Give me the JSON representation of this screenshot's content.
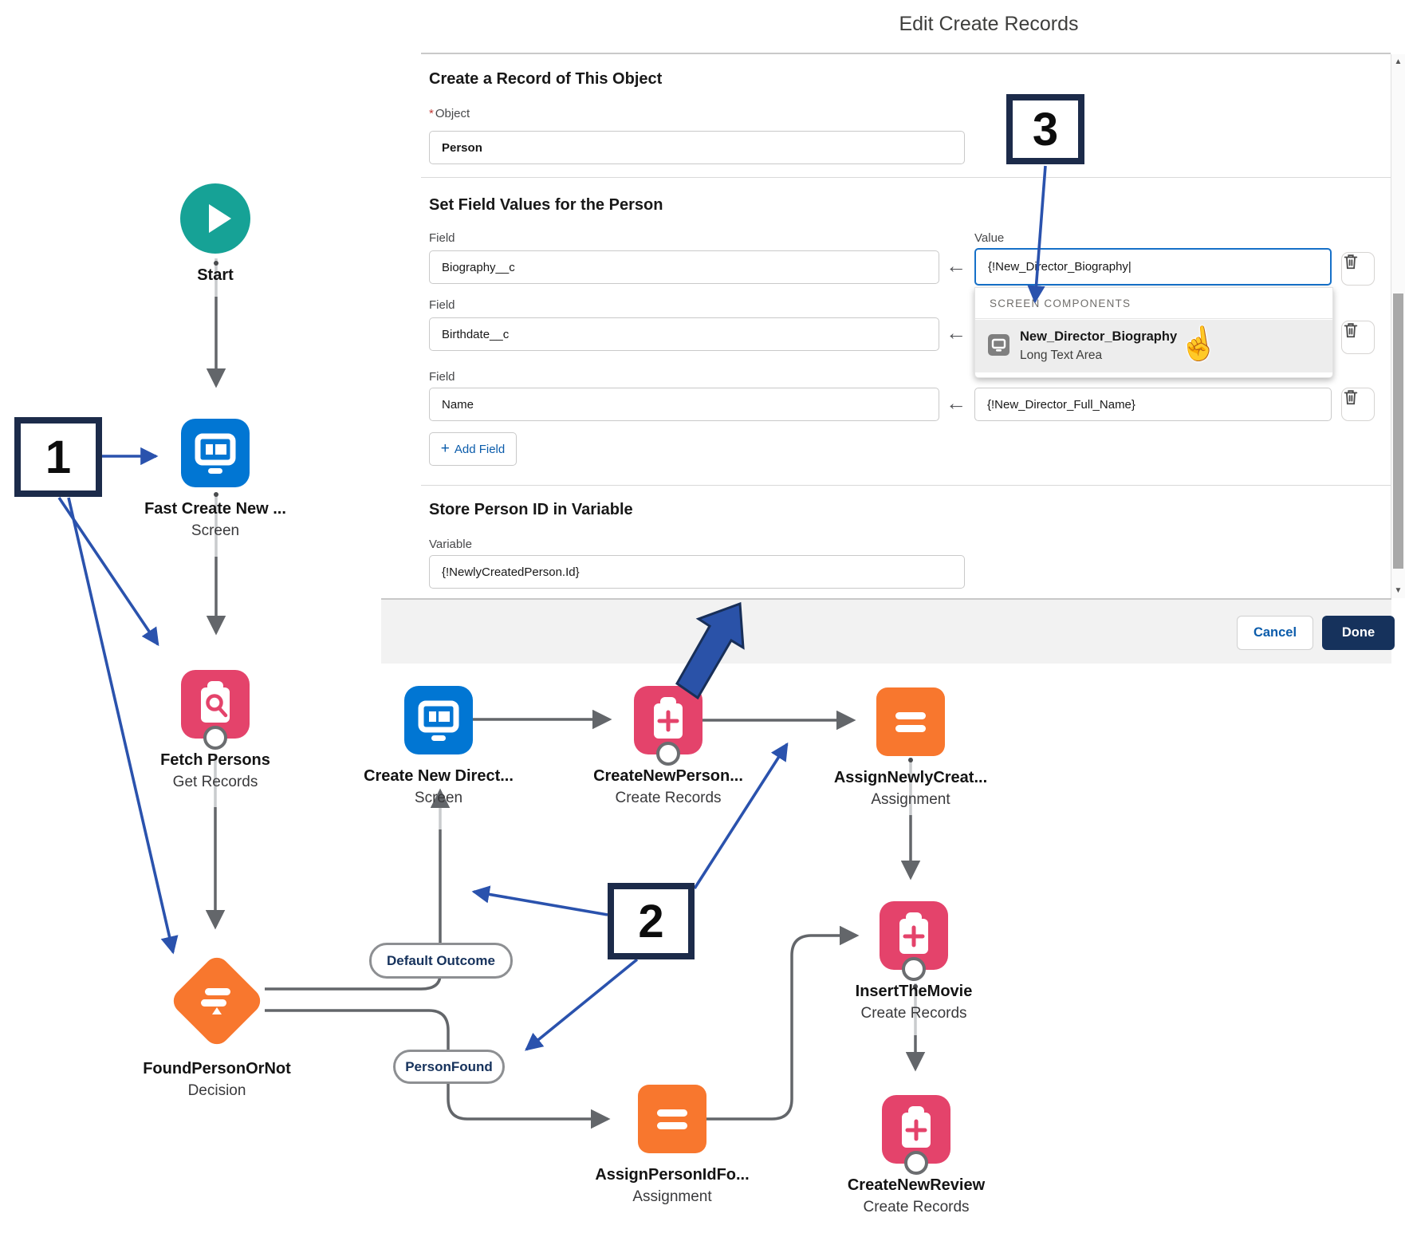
{
  "dialog": {
    "title": "Edit Create Records",
    "section_object": {
      "heading": "Create a Record of This Object",
      "required_mark": "*",
      "object_label": "Object",
      "object_value": "Person"
    },
    "section_fields": {
      "heading": "Set Field Values for the Person",
      "field_label": "Field",
      "value_label": "Value",
      "map_arrow_glyph": "←",
      "rows": [
        {
          "field": "Biography__c",
          "value": "{!New_Director_Biography",
          "cursor": "|"
        },
        {
          "field": "Birthdate__c",
          "value": ""
        },
        {
          "field": "Name",
          "value": "{!New_Director_Full_Name}"
        }
      ],
      "add_field_plus": "+",
      "add_field_label": "Add Field"
    },
    "dropdown": {
      "header": "SCREEN COMPONENTS",
      "item_title": "New_Director_Biography",
      "item_subtitle": "Long Text Area"
    },
    "section_variable": {
      "heading": "Store Person ID in Variable",
      "label": "Variable",
      "value": "{!NewlyCreatedPerson.Id}"
    },
    "footer": {
      "cancel_label": "Cancel",
      "done_label": "Done"
    },
    "scrollbar": {
      "up_glyph": "▲",
      "down_glyph": "▼"
    }
  },
  "flow": {
    "nodes": {
      "start": {
        "label": "Start"
      },
      "fast_create": {
        "label": "Fast Create New ...",
        "sublabel": "Screen"
      },
      "fetch_persons": {
        "label": "Fetch Persons",
        "sublabel": "Get Records"
      },
      "decision": {
        "label": "FoundPersonOrNot",
        "sublabel": "Decision"
      },
      "create_new_direct": {
        "label": "Create New Direct...",
        "sublabel": "Screen"
      },
      "create_new_person": {
        "label": "CreateNewPerson...",
        "sublabel": "Create Records"
      },
      "assign_newly": {
        "label": "AssignNewlyCreat...",
        "sublabel": "Assignment"
      },
      "insert_movie": {
        "label": "InsertTheMovie",
        "sublabel": "Create Records"
      },
      "create_review": {
        "label": "CreateNewReview",
        "sublabel": "Create Records"
      },
      "assign_person_id": {
        "label": "AssignPersonIdFo...",
        "sublabel": "Assignment"
      }
    },
    "outcome_pills": {
      "default": "Default Outcome",
      "person_found": "PersonFound"
    },
    "callouts": {
      "one": "1",
      "two": "2",
      "three": "3"
    }
  },
  "colors": {
    "screen_blue": "#0176d3",
    "records_pink": "#e4436b",
    "assignment_orange": "#f8772e",
    "start_teal": "#16a296",
    "connector_gray": "#63666a",
    "annotation_blue": "#2a52ad",
    "callout_navy": "#1c2b4a",
    "done_navy": "#16325c",
    "link_blue": "#0b5cab"
  }
}
